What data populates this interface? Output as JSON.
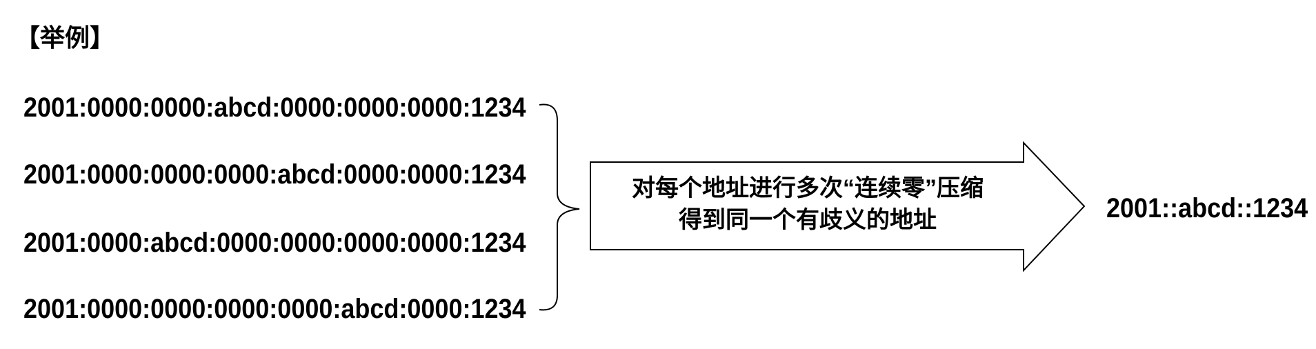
{
  "title": "【举例】",
  "addresses": [
    "2001:0000:0000:abcd:0000:0000:0000:1234",
    "2001:0000:0000:0000:abcd:0000:0000:1234",
    "2001:0000:abcd:0000:0000:0000:0000:1234",
    "2001:0000:0000:0000:0000:abcd:0000:1234"
  ],
  "arrow_label": {
    "line1": "对每个地址进行多次“连续零”压缩",
    "line2": "得到同一个有歧义的地址"
  },
  "result": "2001::abcd::1234"
}
